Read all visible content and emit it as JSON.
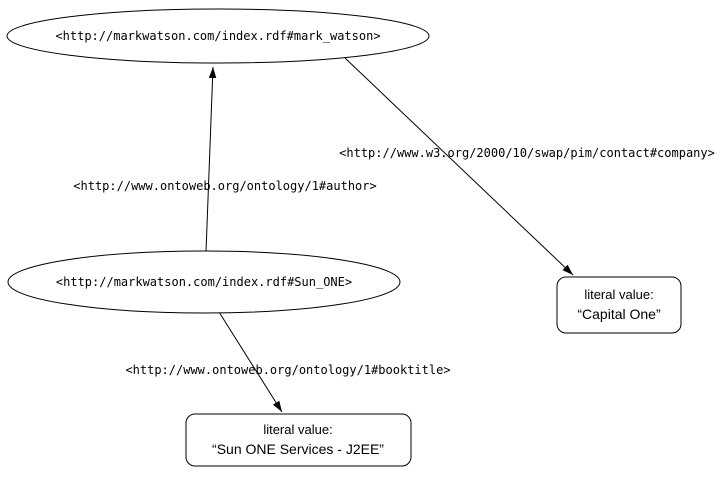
{
  "diagram": {
    "background_color": "#ffffff",
    "stroke_color": "#000000",
    "nodes": {
      "mark_watson": {
        "type": "resource-ellipse",
        "label": "<http://markwatson.com/index.rdf#mark_watson>"
      },
      "sun_one": {
        "type": "resource-ellipse",
        "label": "<http://markwatson.com/index.rdf#Sun_ONE>"
      },
      "capital_one": {
        "type": "literal-box",
        "title": "literal value:",
        "value": "“Capital One”"
      },
      "booktitle_literal": {
        "type": "literal-box",
        "title": "literal value:",
        "value": "“Sun ONE Services - J2EE”"
      }
    },
    "edges": {
      "author": {
        "from": "sun_one",
        "to": "mark_watson",
        "label": "<http://www.ontoweb.org/ontology/1#author>"
      },
      "company": {
        "from": "mark_watson",
        "to": "capital_one",
        "label": "<http://www.w3.org/2000/10/swap/pim/contact#company>"
      },
      "booktitle": {
        "from": "sun_one",
        "to": "booktitle_literal",
        "label": "<http://www.ontoweb.org/ontology/1#booktitle>"
      }
    }
  }
}
